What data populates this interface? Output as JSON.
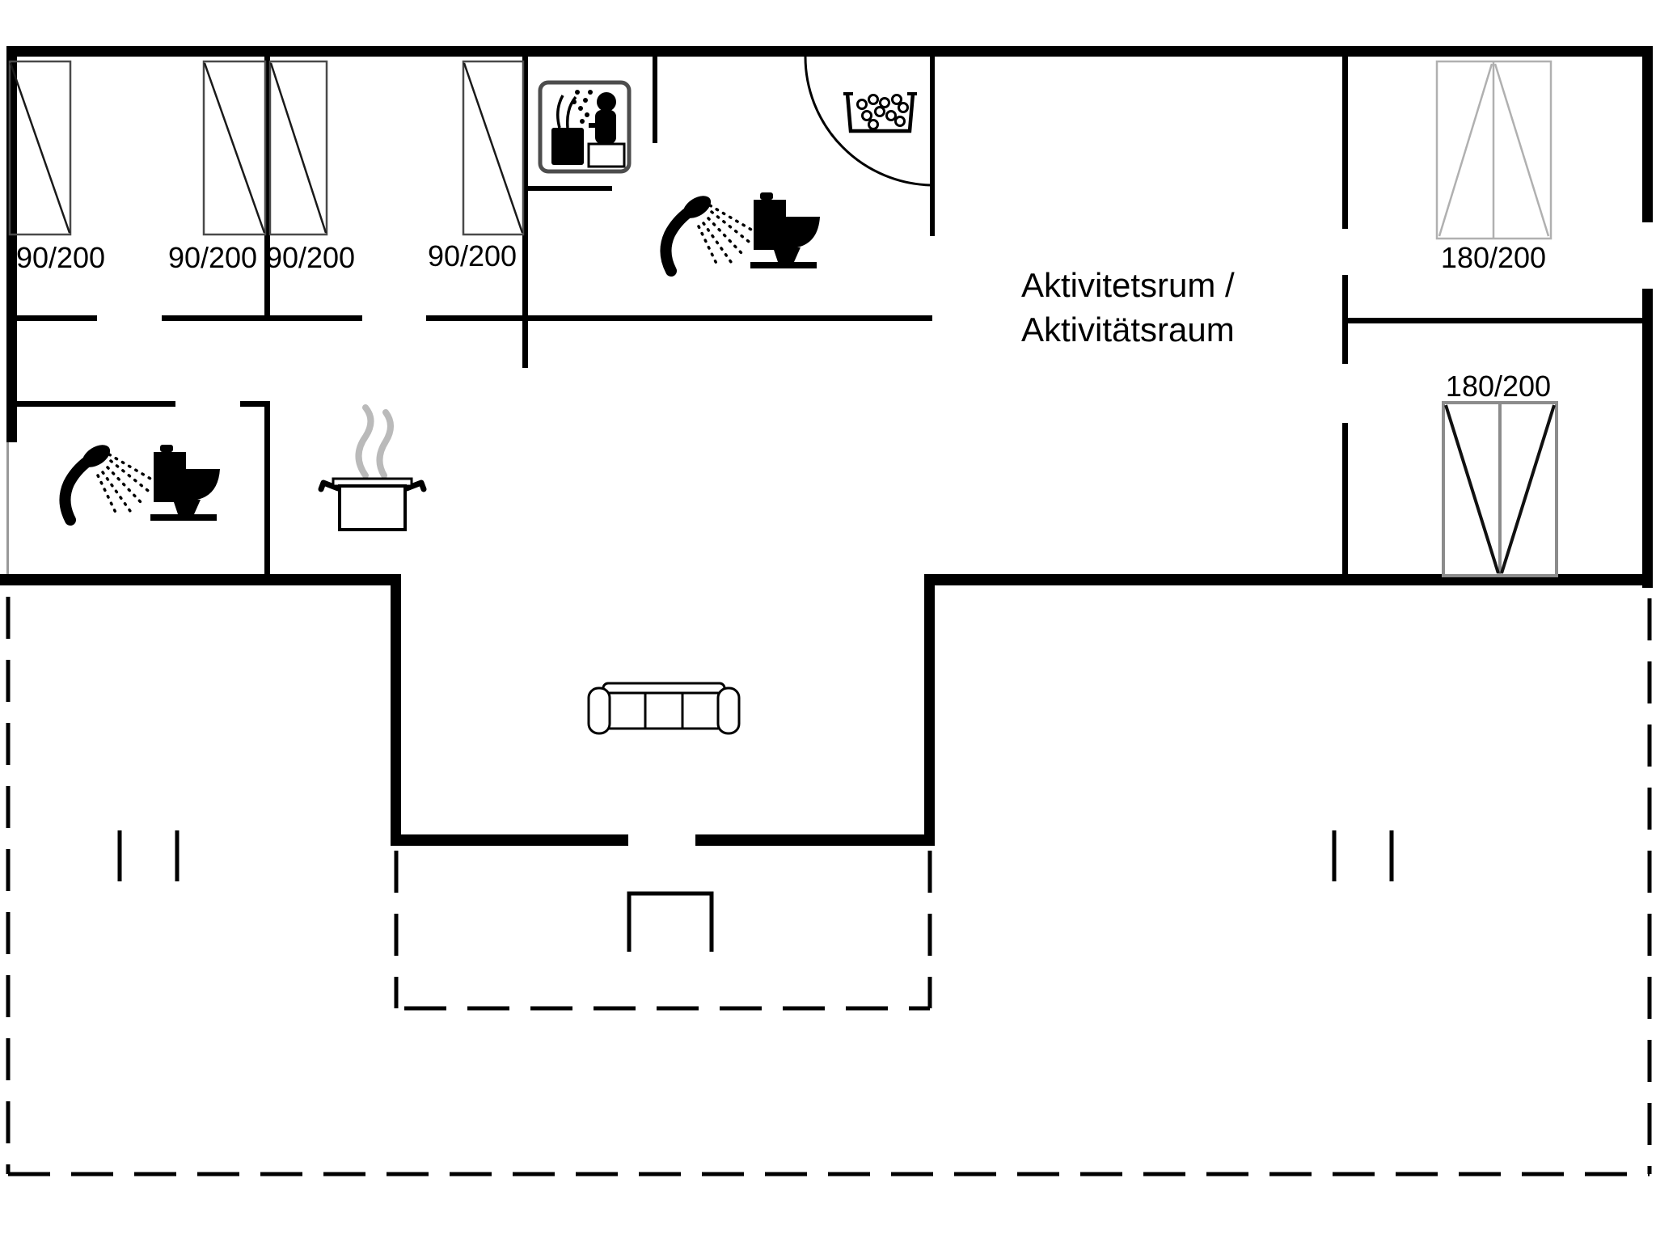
{
  "room_label": {
    "line1": "Aktivitetsrum /",
    "line2": "Aktivitätsraum"
  },
  "beds": {
    "singles": [
      {
        "size": "90/200"
      },
      {
        "size": "90/200"
      },
      {
        "size": "90/200"
      },
      {
        "size": "90/200"
      }
    ],
    "doubles": [
      {
        "size": "180/200"
      },
      {
        "size": "180/200"
      }
    ]
  },
  "icons": [
    "shower-icon",
    "toilet-icon",
    "sauna-icon",
    "whirlpool-icon",
    "cooking-pot-icon",
    "steam-icon",
    "sofa-icon",
    "door-swing-arc",
    "terrace-door-mark",
    "bed-icon"
  ],
  "colors": {
    "wall": "#000000",
    "bed_outline": "#4a4a4a",
    "gray_bed": "#b0b0b0",
    "double_bed_outline": "#8c8c8c",
    "steam": "#bababa",
    "window_line": "#999999",
    "background": "#ffffff"
  }
}
